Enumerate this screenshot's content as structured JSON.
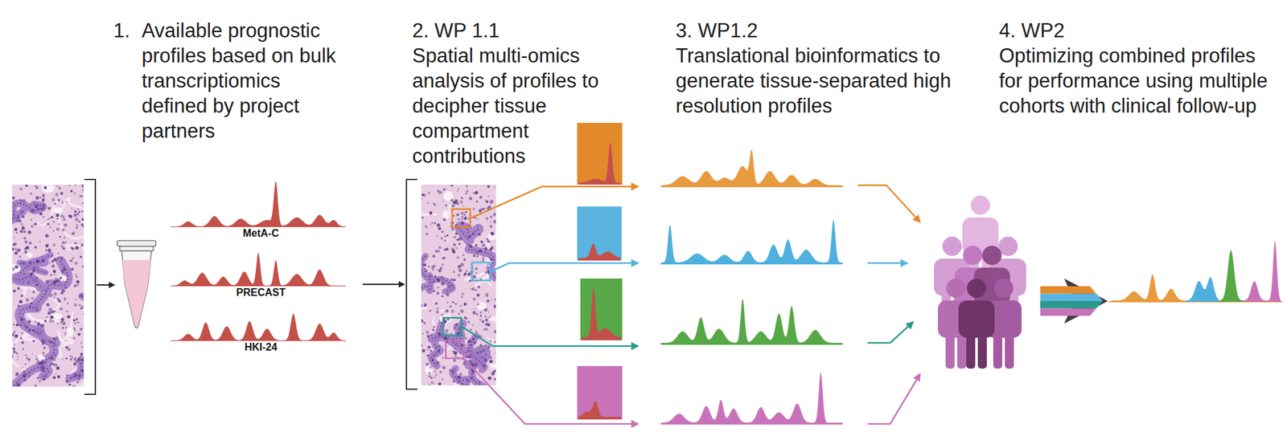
{
  "diagram": {
    "nodes": [
      {
        "text": [
          "MetA-C"
        ]
      },
      {
        "text": [
          "PRECAST"
        ]
      },
      {
        "text": [
          "HKI-24"
        ]
      }
    ],
    "labels": [
      "1.",
      "Available prognostic profiles based on bulk transcriptiomics defined by project partners",
      "2. WP 1.1",
      "Spatial multi-omics analysis of profiles to decipher tissue compartment contributions",
      "3. WP1.2",
      "Translational bioinformatics to generate tissue-separated high resolution profiles",
      "4. WP2",
      "Optimizing combined profiles for performance using multiple cohorts with clinical follow-up"
    ]
  }
}
